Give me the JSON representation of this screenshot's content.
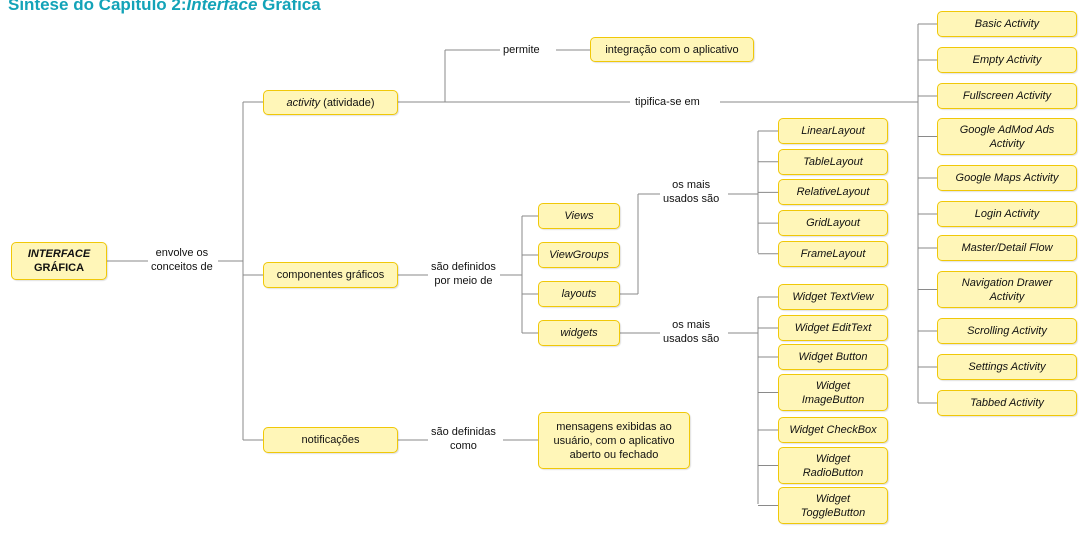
{
  "title": {
    "part1": "Síntese do Capítulo 2:",
    "part2": "Interface",
    "part3": " Gráfica"
  },
  "root": {
    "line1": "INTERFACE",
    "line2": "GRÁFICA"
  },
  "labels": {
    "envolve": [
      "envolve os",
      "conceitos de"
    ],
    "permite": "permite",
    "tipifica": "tipifica-se em",
    "sao_definidos_meio": [
      "são definidos",
      "por meio de"
    ],
    "mais_usados_layouts": [
      "os mais",
      "usados são"
    ],
    "mais_usados_widgets": [
      "os mais",
      "usados são"
    ],
    "sao_definidas_como": [
      "são definidas",
      "como"
    ]
  },
  "concepts": {
    "activity_term": "activity",
    "activity_rest": " (atividade)",
    "componentes": "componentes gráficos",
    "notificacoes": "notificações"
  },
  "integracao": "integração com o aplicativo",
  "mensagens": [
    "mensagens exibidas ao",
    "usuário, com o aplicativo",
    "aberto ou fechado"
  ],
  "component_types": [
    "Views",
    "ViewGroups",
    "layouts",
    "widgets"
  ],
  "layouts": [
    "LinearLayout",
    "TableLayout",
    "RelativeLayout",
    "GridLayout",
    "FrameLayout"
  ],
  "widgets": [
    [
      "Widget TextView"
    ],
    [
      "Widget EditText"
    ],
    [
      "Widget Button"
    ],
    [
      "Widget",
      "ImageButton"
    ],
    [
      "Widget CheckBox"
    ],
    [
      "Widget",
      "RadioButton"
    ],
    [
      "Widget",
      "ToggleButton"
    ]
  ],
  "activity_types": [
    [
      "Basic Activity"
    ],
    [
      "Empty Activity"
    ],
    [
      "Fullscreen Activity"
    ],
    [
      "Google AdMod Ads",
      "Activity"
    ],
    [
      "Google Maps Activity"
    ],
    [
      "Login Activity"
    ],
    [
      "Master/Detail Flow"
    ],
    [
      "Navigation Drawer",
      "Activity"
    ],
    [
      "Scrolling Activity"
    ],
    [
      "Settings Activity"
    ],
    [
      "Tabbed Activity"
    ]
  ]
}
